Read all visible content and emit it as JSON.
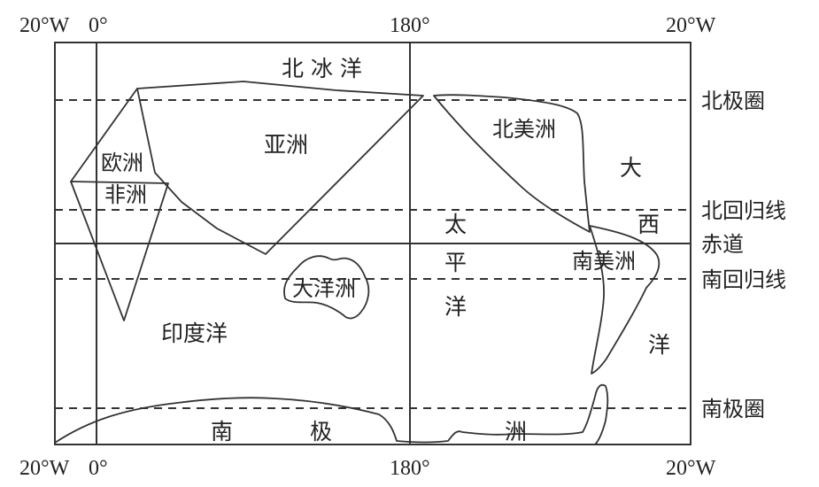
{
  "longitude_labels": {
    "top": {
      "w20_left": "20°W",
      "zero": "0°",
      "e180": "180°",
      "w20_right": "20°W"
    },
    "bottom": {
      "w20_left": "20°W",
      "zero": "0°",
      "e180": "180°",
      "w20_right": "20°W"
    }
  },
  "latitude_lines": {
    "arctic_circle": "北极圈",
    "tropic_cancer": "北回归线",
    "equator": "赤道",
    "tropic_capricorn": "南回归线",
    "antarctic_circle": "南极圈"
  },
  "oceans": {
    "arctic": "北 冰 洋",
    "indian": "印度洋",
    "pacific": [
      "太",
      "平",
      "洋"
    ],
    "atlantic": [
      "大",
      "西",
      "洋"
    ]
  },
  "continents": {
    "asia": "亚洲",
    "europe": "欧洲",
    "africa": "非洲",
    "oceania": "大洋洲",
    "north_america": "北美洲",
    "south_america": "南美洲",
    "antarctica": [
      "南",
      "极",
      "洲"
    ]
  },
  "line_styles": {
    "tropics_and_polar": "dashed",
    "equator": "solid"
  }
}
